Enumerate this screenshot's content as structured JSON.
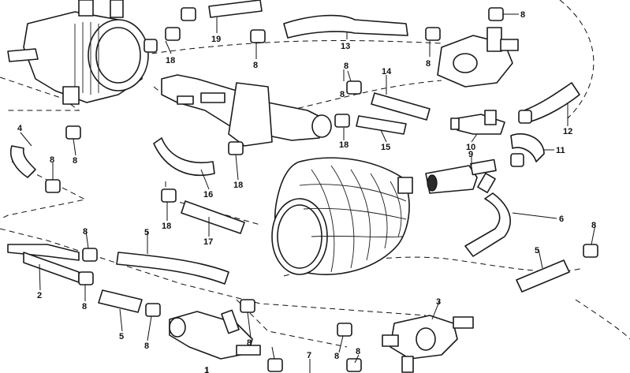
{
  "diagram": {
    "callouts": [
      {
        "id": "c19",
        "text": "19"
      },
      {
        "id": "c13",
        "text": "13"
      },
      {
        "id": "c8a",
        "text": "8"
      },
      {
        "id": "c8b",
        "text": "8"
      },
      {
        "id": "c18a",
        "text": "18"
      },
      {
        "id": "c8c",
        "text": "8"
      },
      {
        "id": "c8d",
        "text": "8"
      },
      {
        "id": "c14",
        "text": "14"
      },
      {
        "id": "c8e",
        "text": "8"
      },
      {
        "id": "c18b",
        "text": "18"
      },
      {
        "id": "c15",
        "text": "15"
      },
      {
        "id": "c10",
        "text": "10"
      },
      {
        "id": "c12",
        "text": "12"
      },
      {
        "id": "c11",
        "text": "11"
      },
      {
        "id": "c4",
        "text": "4"
      },
      {
        "id": "c8f",
        "text": "8"
      },
      {
        "id": "c8g",
        "text": "8"
      },
      {
        "id": "c16",
        "text": "16"
      },
      {
        "id": "c18c",
        "text": "18"
      },
      {
        "id": "c9",
        "text": "9"
      },
      {
        "id": "c18d",
        "text": "18"
      },
      {
        "id": "c17",
        "text": "17"
      },
      {
        "id": "c6",
        "text": "6"
      },
      {
        "id": "c8h",
        "text": "8"
      },
      {
        "id": "c5a",
        "text": "5"
      },
      {
        "id": "c8i",
        "text": "8"
      },
      {
        "id": "c5b",
        "text": "5"
      },
      {
        "id": "c2",
        "text": "2"
      },
      {
        "id": "c8j",
        "text": "8"
      },
      {
        "id": "c5c",
        "text": "5"
      },
      {
        "id": "c8k",
        "text": "8"
      },
      {
        "id": "c3",
        "text": "3"
      },
      {
        "id": "c8l",
        "text": "8"
      },
      {
        "id": "c8m",
        "text": "8"
      },
      {
        "id": "c7",
        "text": "7"
      },
      {
        "id": "c8n",
        "text": "8"
      },
      {
        "id": "c1",
        "text": "1"
      }
    ]
  }
}
